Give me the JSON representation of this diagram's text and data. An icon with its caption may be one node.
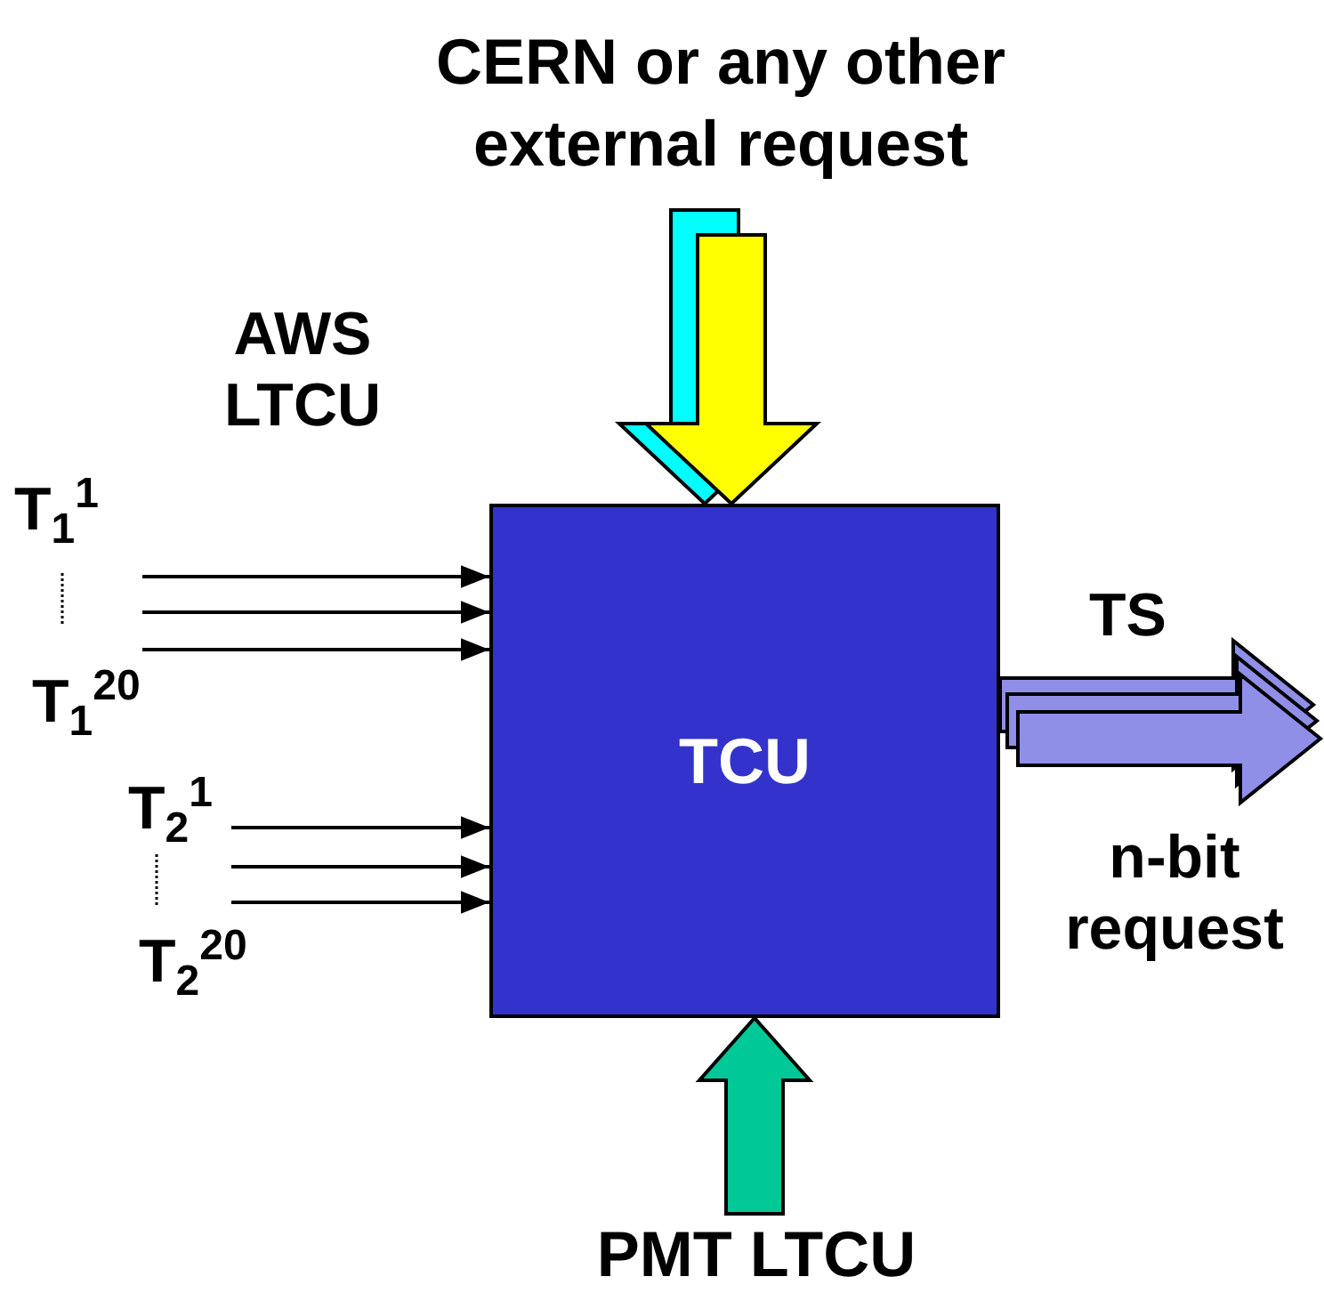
{
  "diagram": {
    "nodes": [
      {
        "text": [
          "TCU"
        ]
      },
      {
        "text": [
          "CERN or any other external request"
        ]
      },
      {
        "text": [
          "PMT LTCU"
        ]
      }
    ],
    "edges": [
      {
        "from": null,
        "to": 0,
        "arrow": "to"
      },
      {
        "from": null,
        "to": 0,
        "arrow": "to"
      },
      {
        "from": null,
        "to": 0,
        "arrow": "to"
      },
      {
        "from": null,
        "to": 0,
        "arrow": "to"
      },
      {
        "from": null,
        "to": 0,
        "arrow": "to"
      },
      {
        "from": null,
        "to": 0,
        "arrow": "to"
      },
      {
        "from": 1,
        "to": 0,
        "arrow": "to",
        "style": "thick",
        "color": "#00ffff"
      },
      {
        "from": 1,
        "to": 0,
        "arrow": "to",
        "style": "thick",
        "color": "#ffff00"
      },
      {
        "from": 0,
        "to": null,
        "arrow": "to",
        "style": "thick",
        "color": "#8f8fe8"
      },
      {
        "from": 0,
        "to": null,
        "arrow": "to",
        "style": "thick",
        "color": "#8f8fe8"
      },
      {
        "from": 0,
        "to": null,
        "arrow": "to",
        "style": "thick",
        "color": "#8f8fe8"
      },
      {
        "from": 2,
        "to": 0,
        "arrow": "to",
        "style": "thick",
        "color": "#00c896"
      }
    ],
    "labels": [
      "AWS LTCU",
      "T$_{1}$$^{1}$",
      "T$_{1}$$^{20}$",
      "TS",
      "T$_{2}$$^{1}$",
      "n-bit request",
      "T$_{2}$$^{20}$"
    ]
  }
}
